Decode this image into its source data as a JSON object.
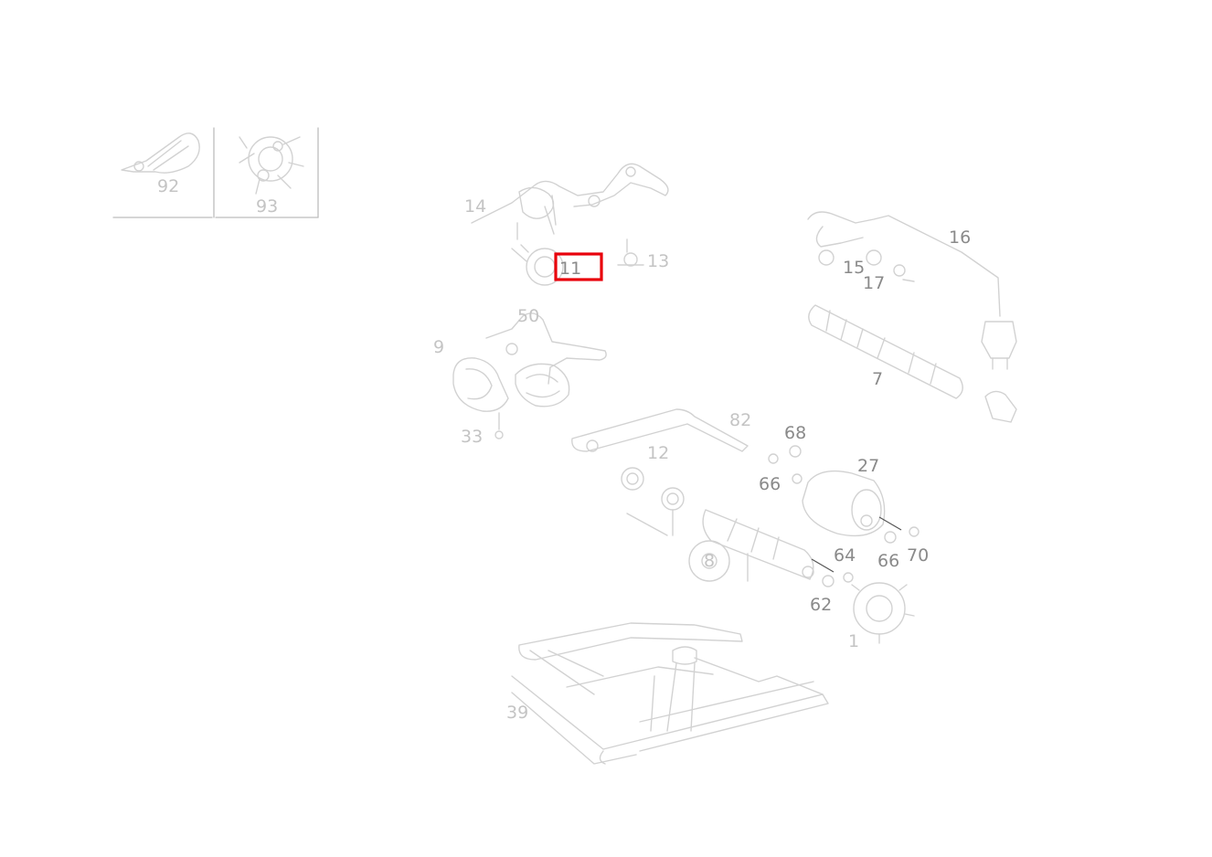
{
  "colors": {
    "background": "#ffffff",
    "line_art": "#d2d2d2",
    "callout_text": "#8a8a8a",
    "highlight": "#e8000b"
  },
  "inset": {
    "left_label": "92",
    "right_label": "93"
  },
  "callouts": {
    "c14": "14",
    "c11": "11",
    "c13": "13",
    "c16": "16",
    "c15": "15",
    "c17": "17",
    "c7": "7",
    "c50": "50",
    "c9": "9",
    "c33": "33",
    "c82": "82",
    "c68": "68",
    "c12": "12",
    "c66a": "66",
    "c27": "27",
    "c64": "64",
    "c66b": "66",
    "c70": "70",
    "c62": "62",
    "c1": "1",
    "c8": "8",
    "c39": "39"
  },
  "highlighted_part": "11"
}
